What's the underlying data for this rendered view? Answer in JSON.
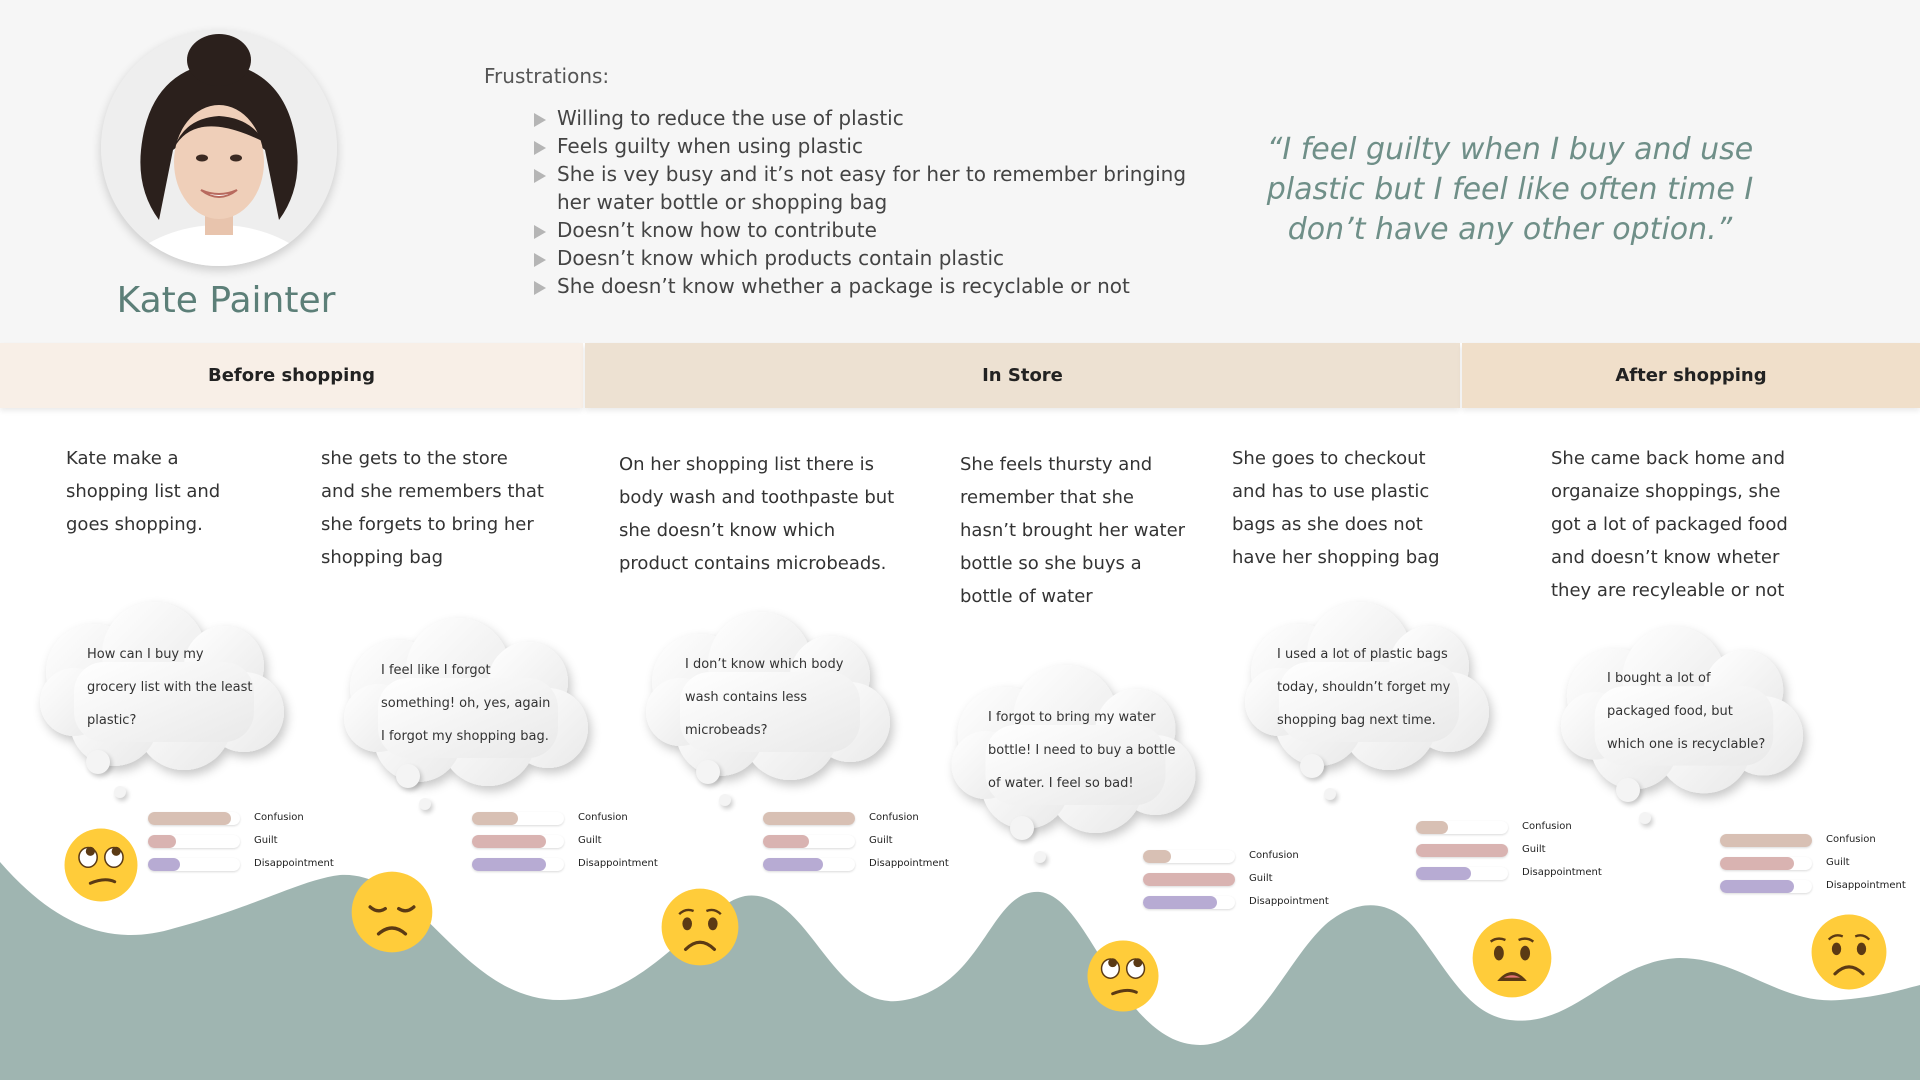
{
  "persona": {
    "name": "Kate Painter",
    "frustrations_title": "Frustrations:",
    "frustrations": [
      "Willing to reduce the use of plastic",
      "Feels guilty when using plastic",
      "She is vey busy and it’s not easy for her to remember bringing her water bottle or shopping bag",
      "Doesn’t know how to contribute",
      "Doesn’t know which products contain plastic",
      "She doesn’t know whether a package is recyclable or not"
    ],
    "quote": "“I feel guilty when I buy and use plastic but I feel like often time I don’t have any other option.”"
  },
  "phases": {
    "before": "Before shopping",
    "in_store": "In Store",
    "after": "After shopping"
  },
  "colors": {
    "phase_before": "#f8efe7",
    "phase_in_store": "#ede1d2",
    "phase_after": "#f0dfca",
    "wave": "#9fb5b1",
    "confusion": "#d8c0b4",
    "guilt": "#d9b3b1",
    "disappointment": "#b7abd3",
    "emoji_face": "#ffcc3a"
  },
  "emotion_labels": {
    "confusion": "Confusion",
    "guilt": "Guilt",
    "disappointment": "Disappointment"
  },
  "steps": [
    {
      "story": [
        "Kate make a",
        "shopping list and",
        "goes shopping."
      ],
      "thought": [
        "How can I buy my",
        "grocery list with the least",
        "plastic?"
      ],
      "emotions": {
        "confusion": 0.9,
        "guilt": 0.3,
        "disappointment": 0.35
      },
      "emoji": "rolling-eyes-emoji-icon"
    },
    {
      "story": [
        "she gets to the store",
        "and she remembers that",
        "she forgets to bring her",
        "shopping bag"
      ],
      "thought": [
        "I feel like I forgot",
        "something! oh, yes, again",
        "I forgot my shopping bag."
      ],
      "emotions": {
        "confusion": 0.5,
        "guilt": 0.8,
        "disappointment": 0.8
      },
      "emoji": "disappointed-emoji-icon"
    },
    {
      "story": [
        "On her shopping list there is",
        "body wash and toothpaste but",
        "she doesn’t know which",
        "product contains microbeads."
      ],
      "thought": [
        "I don’t know which body",
        "wash contains less",
        "microbeads?"
      ],
      "emotions": {
        "confusion": 1.0,
        "guilt": 0.5,
        "disappointment": 0.65
      },
      "emoji": "worried-emoji-icon"
    },
    {
      "story": [
        "She feels thursty and",
        "remember that she",
        "hasn’t brought her water",
        "bottle so she buys a",
        "bottle of water"
      ],
      "thought": [
        "I forgot to bring my water",
        "bottle! I need to buy a bottle",
        "of water. I feel so bad!"
      ],
      "emotions": {
        "confusion": 0.3,
        "guilt": 1.0,
        "disappointment": 0.8
      },
      "emoji": "rolling-eyes-emoji-icon"
    },
    {
      "story": [
        "She goes to checkout",
        "and has to use plastic",
        "bags as she does not",
        "have her shopping bag"
      ],
      "thought": [
        "I used a lot of plastic bags",
        "today,  shouldn’t forget my",
        "shopping bag next time."
      ],
      "emotions": {
        "confusion": 0.35,
        "guilt": 1.0,
        "disappointment": 0.6
      },
      "emoji": "anguished-emoji-icon"
    },
    {
      "story": [
        "She came back home and",
        "organaize shoppings, she",
        "got a lot of packaged food",
        "and doesn’t know wheter",
        "they are recyleable or not"
      ],
      "thought": [
        "I bought a lot of",
        "packaged food, but",
        "which one is recyclable?"
      ],
      "emotions": {
        "confusion": 1.0,
        "guilt": 0.8,
        "disappointment": 0.8
      },
      "emoji": "worried-emoji-icon"
    }
  ]
}
